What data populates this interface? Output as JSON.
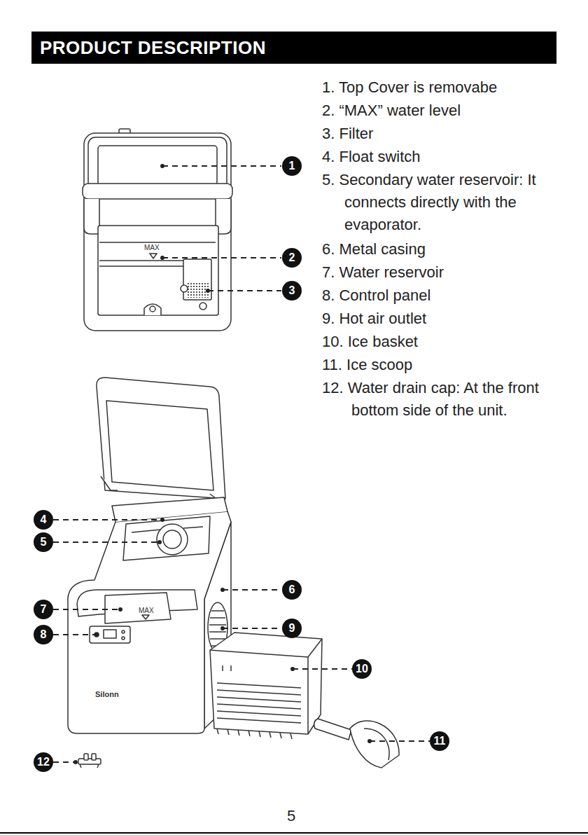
{
  "diagram": {
    "title": "PRODUCT DESCRIPTION",
    "labels": [
      "1. Top Cover is removabe",
      "2. “MAX” water level",
      "3. Filter",
      "4. Float switch",
      "5. Secondary water reservoir: It connects directly with the evaporator.",
      "6. Metal casing",
      "7. Water reservoir",
      "8. Control panel",
      "9. Hot air outlet",
      "10. Ice basket",
      "11. Ice scoop",
      "12. Water drain cap: At the front bottom side of the unit.",
      "1",
      "2",
      "3",
      "4",
      "5",
      "6",
      "7",
      "8",
      "9",
      "10",
      "11",
      "12",
      "MAX",
      "MAX",
      "Silonn",
      "5"
    ]
  }
}
